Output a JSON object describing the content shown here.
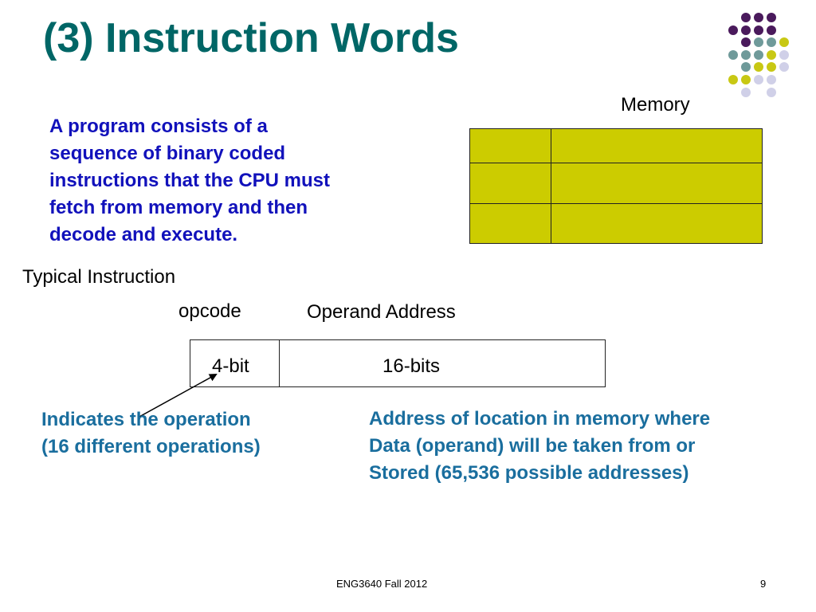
{
  "slide": {
    "title": "(3) Instruction Words",
    "intro_lines": [
      "A program consists of a",
      "sequence of binary coded",
      "instructions that the CPU must",
      "fetch from memory and then",
      "decode and execute."
    ],
    "memory": {
      "label": "Memory",
      "rows": 3,
      "columns": 2,
      "cell_color": "#cccc00"
    },
    "typical_instruction_label": "Typical Instruction",
    "instruction": {
      "opcode_label": "opcode",
      "operand_label": "Operand Address",
      "opcode_bits": "4-bit",
      "operand_bits": "16-bits"
    },
    "opcode_note_lines": [
      "Indicates the operation",
      "(16 different operations)"
    ],
    "operand_note_lines": [
      "Address of location in memory where",
      "Data (operand) will be taken from or",
      "Stored (65,536 possible addresses)"
    ],
    "footer": {
      "course": "ENG3640 Fall 2012",
      "page": "9"
    }
  },
  "colors": {
    "title": "#006666",
    "intro_text": "#1111bb",
    "note_text": "#1a6e9e",
    "memory_fill": "#cccc00",
    "dot_purple": "#4a1a5c",
    "dot_teal": "#6f9a9a",
    "dot_olive": "#c8c814",
    "dot_lavender": "#d0d0e8"
  }
}
